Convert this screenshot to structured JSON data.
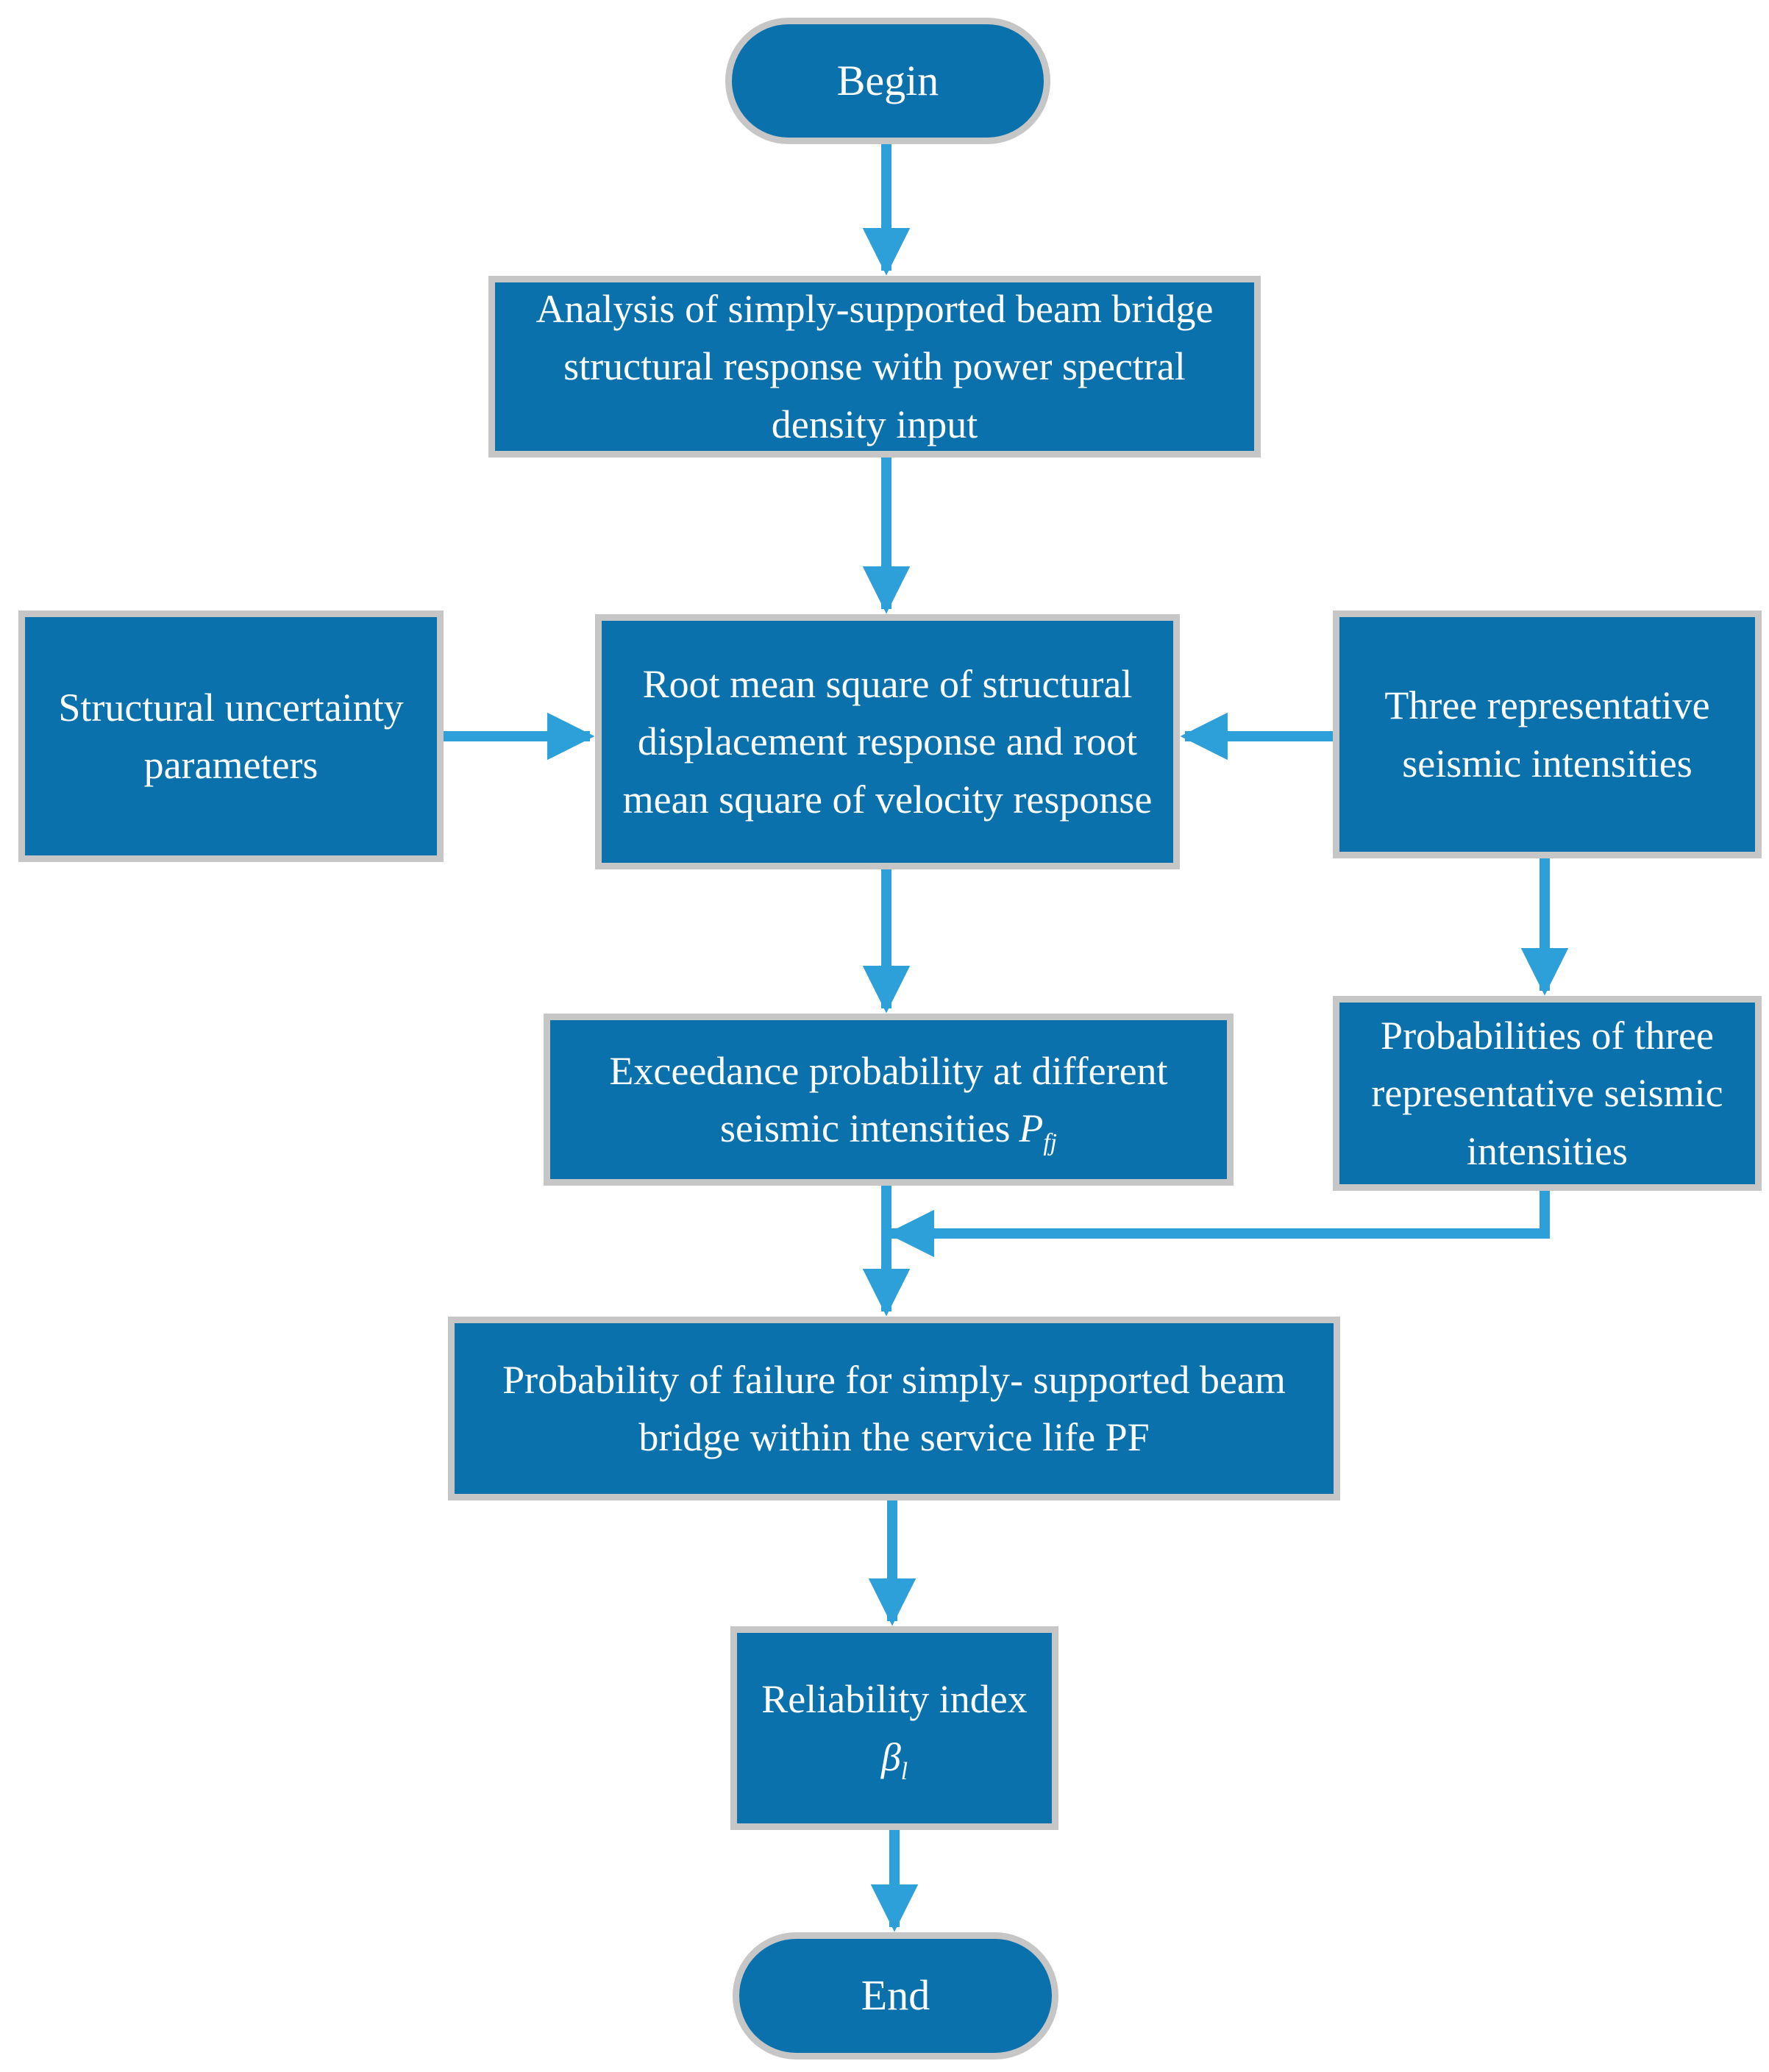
{
  "diagram": {
    "type": "flowchart",
    "colors": {
      "box_fill": "#0A71AD",
      "box_border": "#C6C6C6",
      "arrow": "#2D9FD9",
      "text": "#FFFFFF",
      "background": "#FFFFFF"
    },
    "nodes": {
      "begin": {
        "label": "Begin"
      },
      "analysis": {
        "label": "Analysis of simply-supported beam bridge structural response with power spectral density input"
      },
      "uncertainty": {
        "label": "Structural uncertainty parameters"
      },
      "rms": {
        "label": "Root mean square of structural displacement response and root mean square of velocity response"
      },
      "intensities": {
        "label": "Three representative seismic intensities"
      },
      "exceedance": {
        "label": "Exceedance probability at different seismic intensities",
        "symbol": "P",
        "symbol_sub": "fj"
      },
      "probabilities": {
        "label": "Probabilities of three representative seismic intensities"
      },
      "failure": {
        "label": "Probability of failure for simply- supported beam bridge within the service life PF"
      },
      "reliability": {
        "label": "Reliability index",
        "symbol": "β",
        "symbol_sub": "l"
      },
      "end": {
        "label": "End"
      }
    },
    "edges": [
      "begin -> analysis",
      "analysis -> rms",
      "uncertainty -> rms",
      "intensities -> rms",
      "rms -> exceedance",
      "intensities -> probabilities",
      "exceedance -> failure",
      "probabilities -> failure-junction",
      "failure -> reliability",
      "reliability -> end"
    ]
  }
}
